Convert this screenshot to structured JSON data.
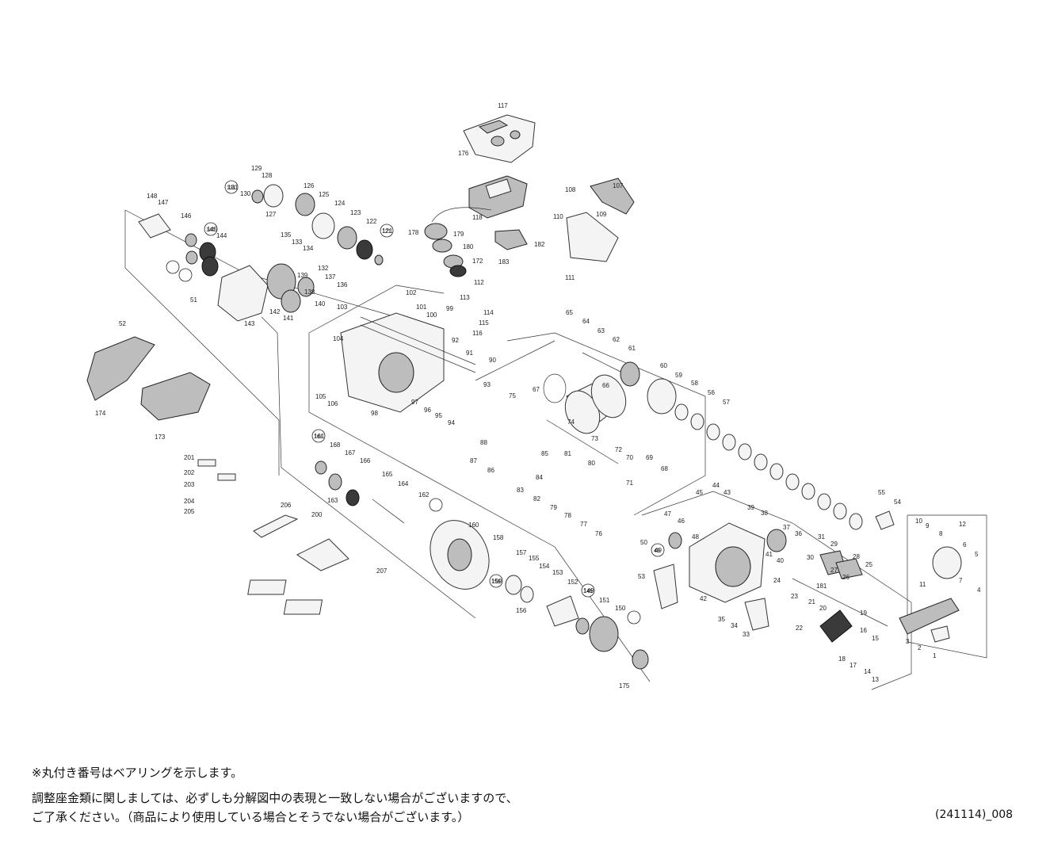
{
  "notes": {
    "bearing_note": "※丸付き番号はベアリングを示します。",
    "shim_note_1": "調整座金類に関しましては、必ずしも分解図中の表現と一致しない場合がございますので、",
    "shim_note_2": "ご了承ください。（商品により使用している場合とそうでない場合がございます。）"
  },
  "diagram_code": "(241114)_008",
  "part_labels": [
    "1",
    "2",
    "3",
    "4",
    "5",
    "6",
    "7",
    "8",
    "9",
    "10",
    "11",
    "12",
    "13",
    "14",
    "15",
    "16",
    "17",
    "18",
    "19",
    "20",
    "21",
    "22",
    "23",
    "24",
    "25",
    "26",
    "27",
    "28",
    "29",
    "30",
    "31",
    "33",
    "34",
    "35",
    "36",
    "37",
    "38",
    "39",
    "40",
    "41",
    "42",
    "43",
    "44",
    "45",
    "46",
    "47",
    "48",
    "49",
    "50",
    "51",
    "52",
    "53",
    "54",
    "55",
    "56",
    "57",
    "58",
    "59",
    "60",
    "61",
    "62",
    "63",
    "64",
    "65",
    "66",
    "67",
    "68",
    "69",
    "70",
    "71",
    "72",
    "73",
    "74",
    "75",
    "76",
    "77",
    "78",
    "79",
    "80",
    "81",
    "82",
    "83",
    "84",
    "85",
    "86",
    "87",
    "88",
    "90",
    "91",
    "92",
    "93",
    "94",
    "95",
    "96",
    "97",
    "98",
    "99",
    "100",
    "101",
    "102",
    "103",
    "104",
    "105",
    "106",
    "107",
    "108",
    "109",
    "110",
    "111",
    "112",
    "113",
    "114",
    "115",
    "116",
    "117",
    "118",
    "121",
    "122",
    "123",
    "124",
    "125",
    "126",
    "127",
    "128",
    "129",
    "130",
    "131",
    "132",
    "133",
    "134",
    "135",
    "136",
    "137",
    "138",
    "139",
    "140",
    "141",
    "142",
    "143",
    "144",
    "145",
    "146",
    "147",
    "148",
    "149",
    "150",
    "151",
    "152",
    "153",
    "154",
    "155",
    "156",
    "157",
    "158",
    "159",
    "160",
    "161",
    "162",
    "163",
    "164",
    "165",
    "166",
    "167",
    "168",
    "172",
    "173",
    "174",
    "175",
    "176",
    "178",
    "179",
    "180",
    "181",
    "182",
    "183",
    "200",
    "201",
    "202",
    "203",
    "204",
    "205",
    "206",
    "207"
  ],
  "bearing_labels": [
    "49",
    "121",
    "131",
    "145",
    "149",
    "159",
    "161"
  ]
}
